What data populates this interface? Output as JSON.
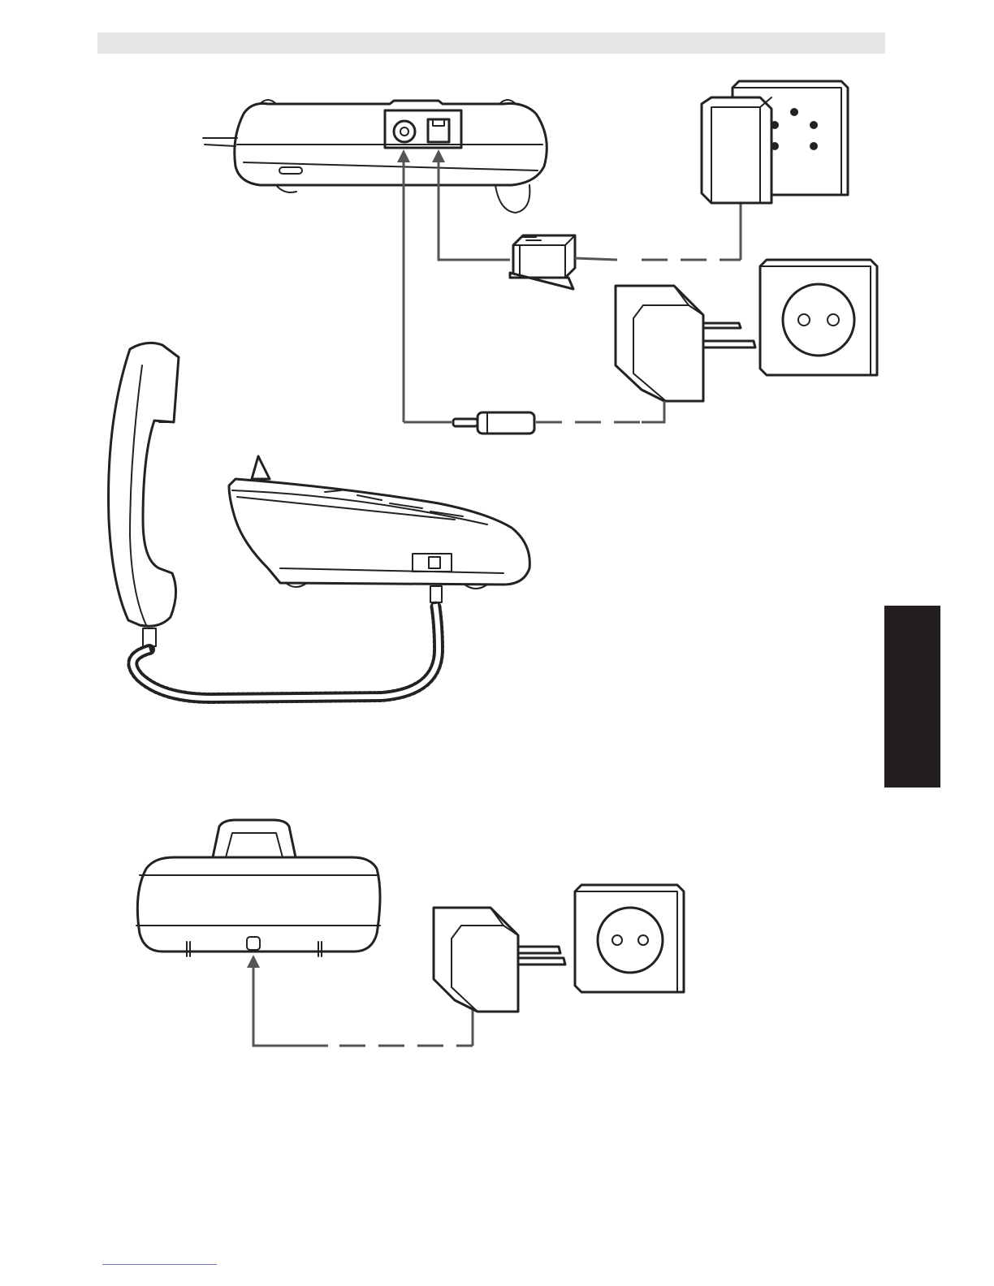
{
  "page": {
    "header_bar_color": "#e6e6e6",
    "side_tab_color": "#231f20",
    "footer_line_color": "#6f7fbf"
  },
  "diagram": {
    "figures": [
      "phone-base-rear-view",
      "telephone-wall-socket",
      "telephone-line-plug",
      "power-adapter",
      "power-wall-outlet",
      "dc-power-plug",
      "handset",
      "phone-base-side-view",
      "coiled-handset-cord",
      "charging-base-front-view",
      "charging-base-power-adapter",
      "charging-base-wall-outlet"
    ]
  }
}
